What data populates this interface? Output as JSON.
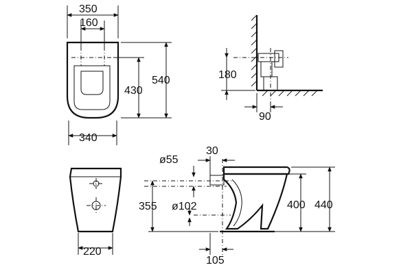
{
  "top_view": {
    "overall_width": "350",
    "fixing_centers": "160",
    "overall_length": "540",
    "fixing_to_front": "430",
    "bowl_width": "340"
  },
  "side_detail": {
    "inlet_height": "180",
    "wall_to_outlet": "90"
  },
  "front_view": {
    "base_width": "220"
  },
  "side_view": {
    "inlet_diameter": "ø55",
    "inlet_offset": "30",
    "inlet_height": "355",
    "outlet_diameter": "ø102",
    "bowl_height": "400",
    "overall_height": "440",
    "outlet_from_wall": "105"
  }
}
